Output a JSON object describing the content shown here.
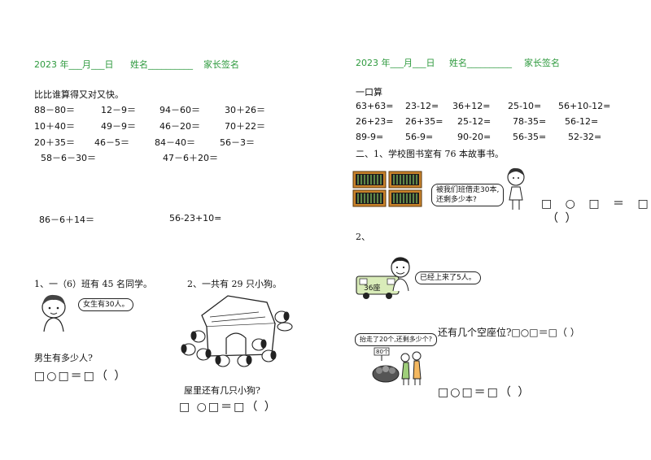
{
  "left_page": {
    "header": {
      "date": "2023 年___月___日",
      "name": "姓名__________",
      "parent_sign": "家长签名"
    },
    "title": "比比谁算得又对又快。",
    "arithmetic_rows": [
      [
        "88－80＝",
        "12－9＝",
        "94－60＝",
        "30＋26＝"
      ],
      [
        "10＋40＝",
        "49－9＝",
        "46－20＝",
        "70＋22＝"
      ],
      [
        "20＋35＝",
        "46－5＝",
        "84－40＝",
        "56－3＝"
      ]
    ],
    "row4": [
      "58－6－30＝",
      "47－6＋20＝"
    ],
    "row5": [
      "86－6＋14＝",
      "56-23+10="
    ],
    "problem1": {
      "title": "1、一（6）班有 45 名同学。",
      "bubble": "女生有30人。",
      "question": "男生有多少人?",
      "equation": "□○□＝□（    ）"
    },
    "problem2": {
      "title": "2、一共有 29 只小狗。",
      "question": "屋里还有几只小狗?",
      "equation": "□ ○□＝□（    ）"
    }
  },
  "right_page": {
    "header": {
      "date": "2023 年___月___日",
      "name": "姓名__________",
      "parent_sign": "家长签名"
    },
    "section1_title": "一口算",
    "arithmetic_rows": [
      [
        "63+63=",
        "23-12=",
        "36+12=",
        "25-10=",
        "56+10-12="
      ],
      [
        "26+23=",
        "26+35=",
        "25-12=",
        "78-35=",
        "56-12="
      ],
      [
        "89-9=",
        "56-9=",
        "90-20=",
        "56-35=",
        "52-32="
      ]
    ],
    "section2_title": "二、1、学校图书室有 76 本故事书。",
    "problem1": {
      "bubble_line1": "被我们班借走30本,",
      "bubble_line2": "还剩多少本?",
      "equation": "□ ○ □ ＝ □",
      "answer": "（    ）"
    },
    "problem2": {
      "label": "2、",
      "bus_label": "36座",
      "bubble": "已经上来了5人。",
      "question": "还有几个空座位?□○□＝□（    ）"
    },
    "problem3": {
      "bubble": "抬走了20个,还剩多少个?",
      "sign": "80个",
      "equation": "□○□＝□（    ）"
    }
  }
}
